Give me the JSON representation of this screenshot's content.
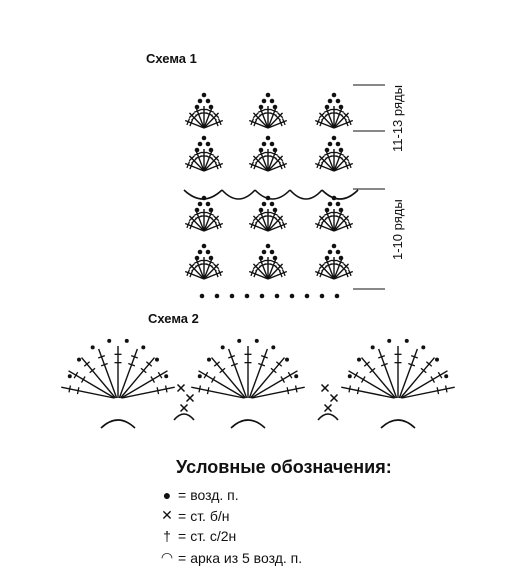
{
  "scheme1": {
    "title": "Схема 1",
    "rows_top": "11-13 ряды",
    "rows_bottom": "1-10 ряды"
  },
  "scheme2": {
    "title": "Схема 2"
  },
  "legend": {
    "title": "Условные обозначения:",
    "items": [
      {
        "symbol": "dot-icon",
        "text": "возд. п."
      },
      {
        "symbol": "cross-icon",
        "text": "ст. б/н"
      },
      {
        "symbol": "dagger-icon",
        "text": "ст. с/2н"
      },
      {
        "symbol": "arc-icon",
        "text": "арка из 5 возд. п."
      }
    ]
  }
}
